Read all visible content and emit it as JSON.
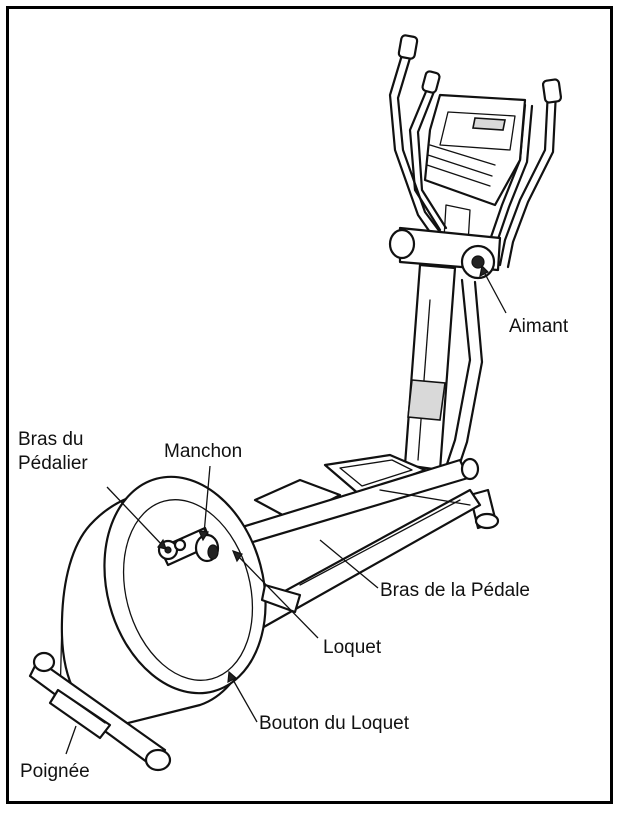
{
  "labels": {
    "aimant": "Aimant",
    "bras_pedalier_line1": "Bras du",
    "bras_pedalier_line2": "Pédalier",
    "manchon": "Manchon",
    "bras_pedale": "Bras de la Pédale",
    "loquet": "Loquet",
    "bouton_loquet": "Bouton du Loquet",
    "poignee": "Poignée"
  },
  "colors": {
    "line": "#111111",
    "background": "#ffffff",
    "shade": "#d9d9d9"
  }
}
